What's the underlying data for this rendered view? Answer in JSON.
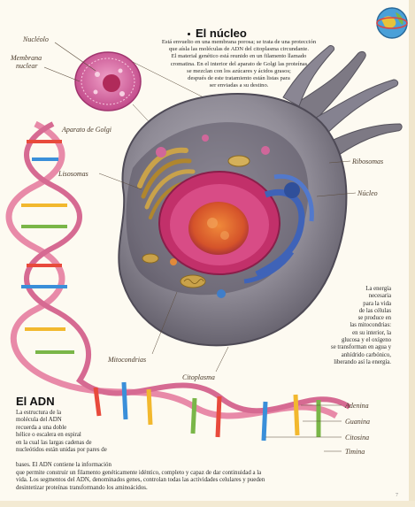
{
  "labels": {
    "nucleolo": "Nucléolo",
    "membrana_line1": "Membrana",
    "membrana_line2": "nuclear",
    "aparato_golgi": "Aparato de Golgi",
    "lisosomas": "Lisosomas",
    "ribosomas": "Ribosomas",
    "nucleo": "Núcleo",
    "mitocondrias": "Mitocondrias",
    "citoplasma": "Citoplasma",
    "adenina": "Adenina",
    "guanina": "Guanina",
    "citosina": "Citosina",
    "timina": "Timina"
  },
  "nucleo_section": {
    "title": "El núcleo",
    "lines": [
      "Está envuelto en una membrana porosa; se trata de una protección",
      "que aísla las moléculas de ADN del citoplasma circundante.",
      "El material genético está reunido en un filamento llamado",
      "cromatina. En el interior del aparato de Golgi las proteínas",
      "se mezclan con los azúcares y ácidos grasos;",
      "después de este tratamiento están listas para",
      "ser enviadas a su destino."
    ]
  },
  "energia_section": {
    "lines": [
      "La energía",
      "necesaria",
      "para la vida",
      "de las células",
      "se produce en",
      "las mitocondrias:",
      "en su interior, la",
      "glucosa y el oxígeno",
      "se transforman en agua y",
      "anhídrido carbónico,",
      "liberando así la energía."
    ]
  },
  "adn_section": {
    "title": "El ADN",
    "lines_short": [
      "La estructura de la",
      "molécula del ADN",
      "recuerda a una doble",
      "hélice o escalera en espiral",
      "en la cual las largas cadenas de",
      "nucleótidos están unidas por pares de"
    ],
    "line_mid": "bases. El ADN contiene la información",
    "lines_long": [
      "que permite construir un filamento genéticamente idéntico, completo y capaz de dar continuidad a la",
      "vida. Los segmentos del ADN, denominados genes, controlan todas las actividades celulares y pueden",
      "desintetizar proteínas transformando los aminoácidos."
    ]
  },
  "page_number": "7",
  "colors": {
    "cytoplasm": "#8e8a94",
    "nucleus": "#c2306a",
    "nucleolus": "#e0733a",
    "golgi": "#c9a24a",
    "er": "#3f63b8",
    "dna_backbone": "#e88aa8",
    "adenina": "#e84a3c",
    "guanina": "#f2b82e",
    "citosina": "#3a8fd9",
    "timina": "#7ab648"
  }
}
